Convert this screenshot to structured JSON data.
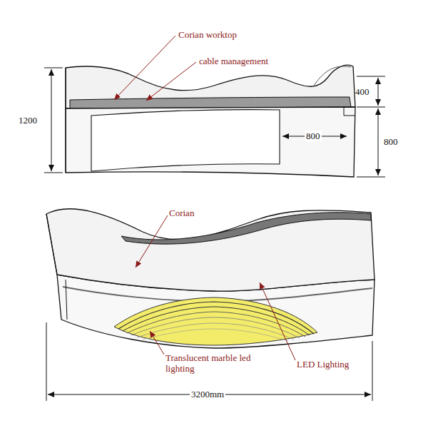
{
  "diagram": {
    "labels": [
      "Corian worktop",
      "cable management",
      "1200",
      "400",
      "800",
      "800",
      "Corian",
      "Translucent marble led lighting",
      "LED Lighting",
      "3200mm"
    ]
  }
}
